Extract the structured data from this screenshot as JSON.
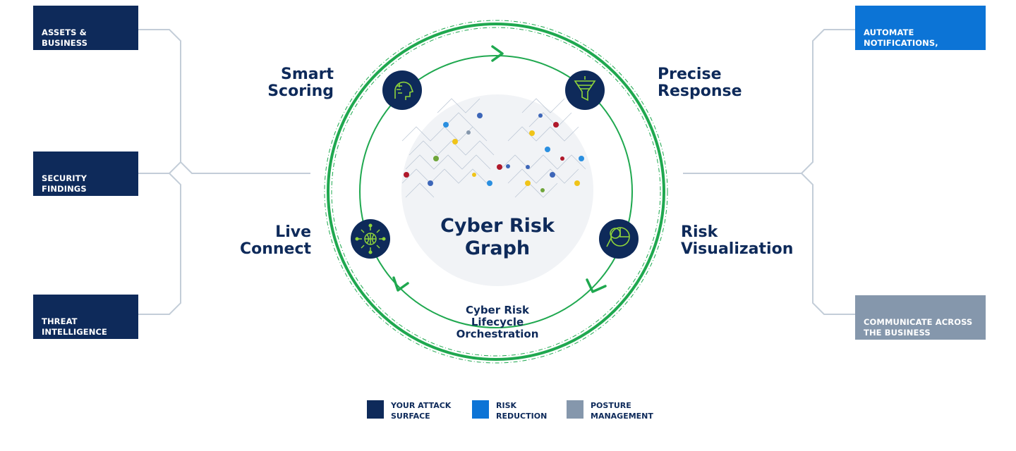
{
  "left_boxes": [
    {
      "label": "ASSETS &\nBUSINESS CONTEXT"
    },
    {
      "label": "SECURITY FINDINGS\n& VULNERABILITIES"
    },
    {
      "label": "THREAT\nINTELLIGENCE"
    }
  ],
  "right_boxes": [
    {
      "label": "AUTOMATE NOTIFICATIONS,\nTICKETING & REMEDIATION"
    },
    {
      "label": "COMMUNICATE ACROSS\nTHE BUSINESS"
    }
  ],
  "stages": {
    "smart_scoring": "Smart\nScoring",
    "precise_response": "Precise\nResponse",
    "live_connect": "Live\nConnect",
    "risk_visualization": "Risk\nVisualization"
  },
  "center": {
    "title": "Cyber Risk\nGraph",
    "lifecycle": "Cyber Risk\nLifecycle\nOrchestration"
  },
  "legend": [
    {
      "label": "YOUR ATTACK\nSURFACE",
      "color": "#0e2a5a"
    },
    {
      "label": "RISK\nREDUCTION",
      "color": "#0c74d6"
    },
    {
      "label": "POSTURE\nMANAGEMENT",
      "color": "#8597ac"
    }
  ],
  "colors": {
    "navy": "#0e2a5a",
    "blue": "#0c74d6",
    "gray": "#8597ac",
    "green": "#1fa84f",
    "lime": "#8fd43a"
  },
  "icons": {
    "smart_scoring": "ai-head-icon",
    "precise_response": "funnel-icon",
    "live_connect": "network-globe-icon",
    "risk_visualization": "magnifier-chart-icon"
  }
}
